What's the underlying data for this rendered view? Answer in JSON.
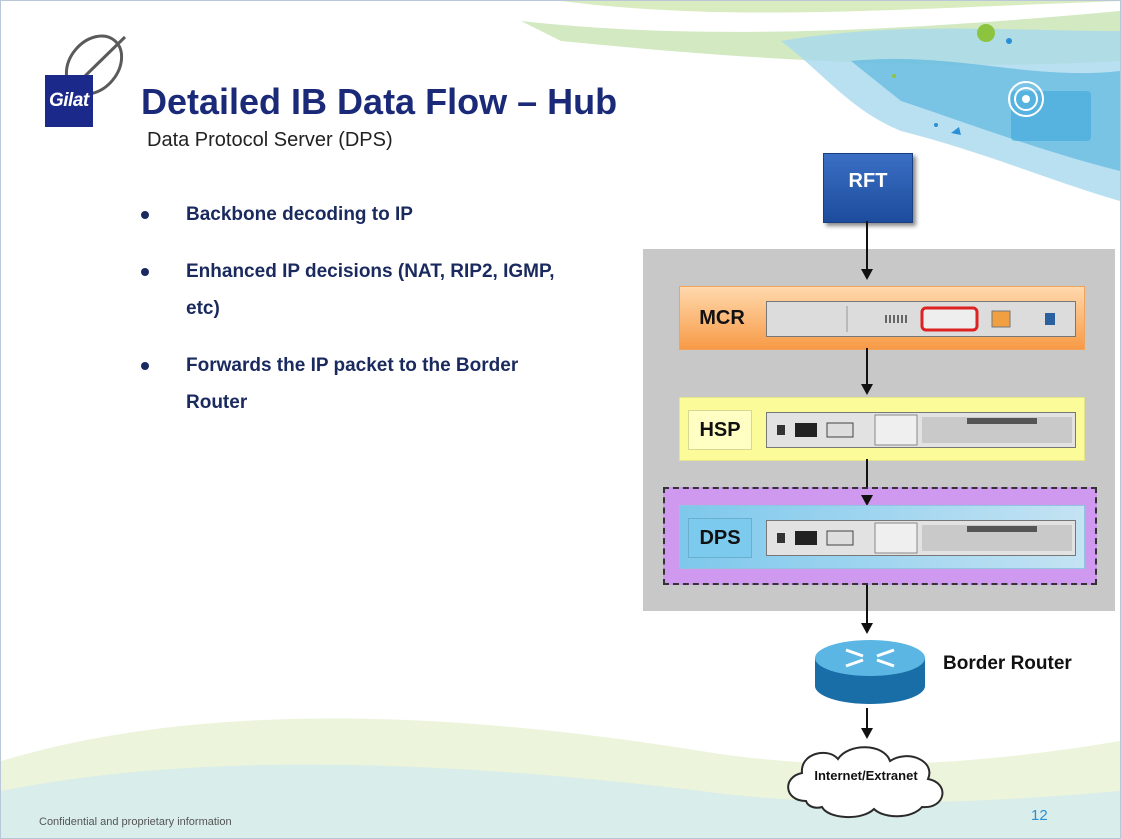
{
  "slide": {
    "logo_text": "Gilat",
    "title": "Detailed IB Data Flow – Hub",
    "subtitle": "Data Protocol Server (DPS)",
    "bullets": [
      "Backbone decoding to IP",
      "Enhanced IP decisions (NAT, RIP2, IGMP, etc)",
      "Forwards the IP packet to the Border Router"
    ],
    "footer": "Confidential and proprietary information",
    "page_number": "12"
  },
  "diagram": {
    "rft": "RFT",
    "mcr": "MCR",
    "hsp": "HSP",
    "dps": "DPS",
    "router_label": "Border Router",
    "cloud_label": "Internet/Extranet"
  },
  "colors": {
    "title": "#1a2a78",
    "logo": "#1b2a8a",
    "mcr_band": "#f79a46",
    "hsp_band": "#fbfb9a",
    "dps_band": "#7ec8ec",
    "dps_highlight": "#cf99f0",
    "page_number": "#2a8fd6"
  },
  "icons": [
    "satellite-dish-icon",
    "router-icon",
    "cloud-icon",
    "wifi-broadcast-icon"
  ]
}
